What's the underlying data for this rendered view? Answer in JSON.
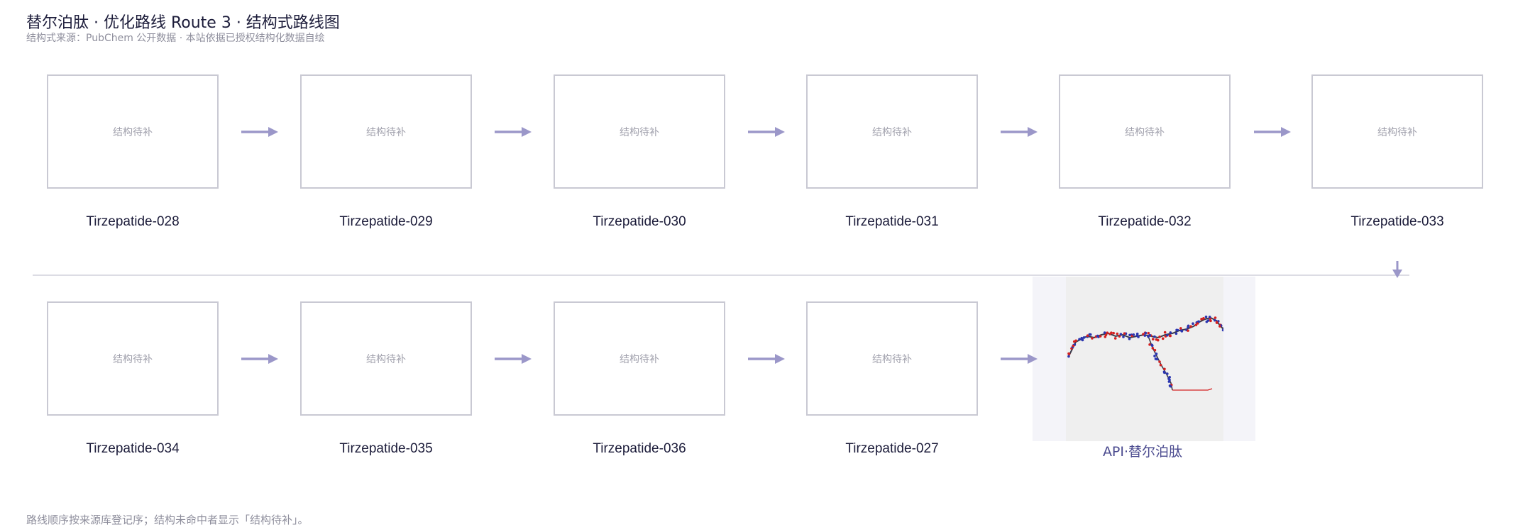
{
  "title": "替尔泊肽 · 优化路线 Route 3 · 结构式路线图",
  "subtitle": "结构式来源：PubChem 公开数据 · 本站依据已授权结构化数据自绘",
  "placeholder_text": "结构待补",
  "steps": [
    {
      "label": "Tirzepatide-028",
      "structure": "结构待补"
    },
    {
      "label": "Tirzepatide-029",
      "structure": "结构待补"
    },
    {
      "label": "Tirzepatide-030",
      "structure": "结构待补"
    },
    {
      "label": "Tirzepatide-031",
      "structure": "结构待补"
    },
    {
      "label": "Tirzepatide-032",
      "structure": "结构待补"
    },
    {
      "label": "Tirzepatide-033",
      "structure": "结构待补"
    },
    {
      "label": "Tirzepatide-034",
      "structure": "结构待补"
    },
    {
      "label": "Tirzepatide-035",
      "structure": "结构待补"
    },
    {
      "label": "Tirzepatide-036",
      "structure": "结构待补"
    },
    {
      "label": "Tirzepatide-027",
      "structure": "结构待补"
    }
  ],
  "api": {
    "label": "API·替尔泊肽"
  },
  "footnote": "路线顺序按来源库登记序；结构未命中者显示「结构待补」。",
  "colors": {
    "arrow": "#9b97c9",
    "box_border": "#c9c9d3",
    "api_label": "#4b4b8f",
    "atom_red": "#d42020",
    "atom_blue": "#2a35b0",
    "bond": "#3a3a4a"
  }
}
